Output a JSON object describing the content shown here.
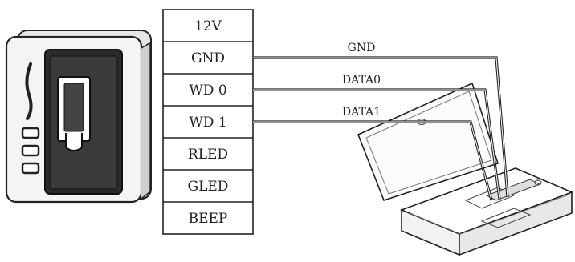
{
  "terminal_block": {
    "pins": [
      {
        "label": "12V"
      },
      {
        "label": "GND"
      },
      {
        "label": "WD 0"
      },
      {
        "label": "WD 1"
      },
      {
        "label": "RLED"
      },
      {
        "label": "GLED"
      },
      {
        "label": "BEEP"
      }
    ]
  },
  "wires": [
    {
      "from": "GND",
      "label": "GND"
    },
    {
      "from": "WD 0",
      "label": "DATA0"
    },
    {
      "from": "WD 1",
      "label": "DATA1"
    }
  ],
  "colors": {
    "stroke": "#222222",
    "device_body": "#f4f4f4",
    "device_dark": "#2a2a2a",
    "panel_fill": "#fbfbfb"
  }
}
